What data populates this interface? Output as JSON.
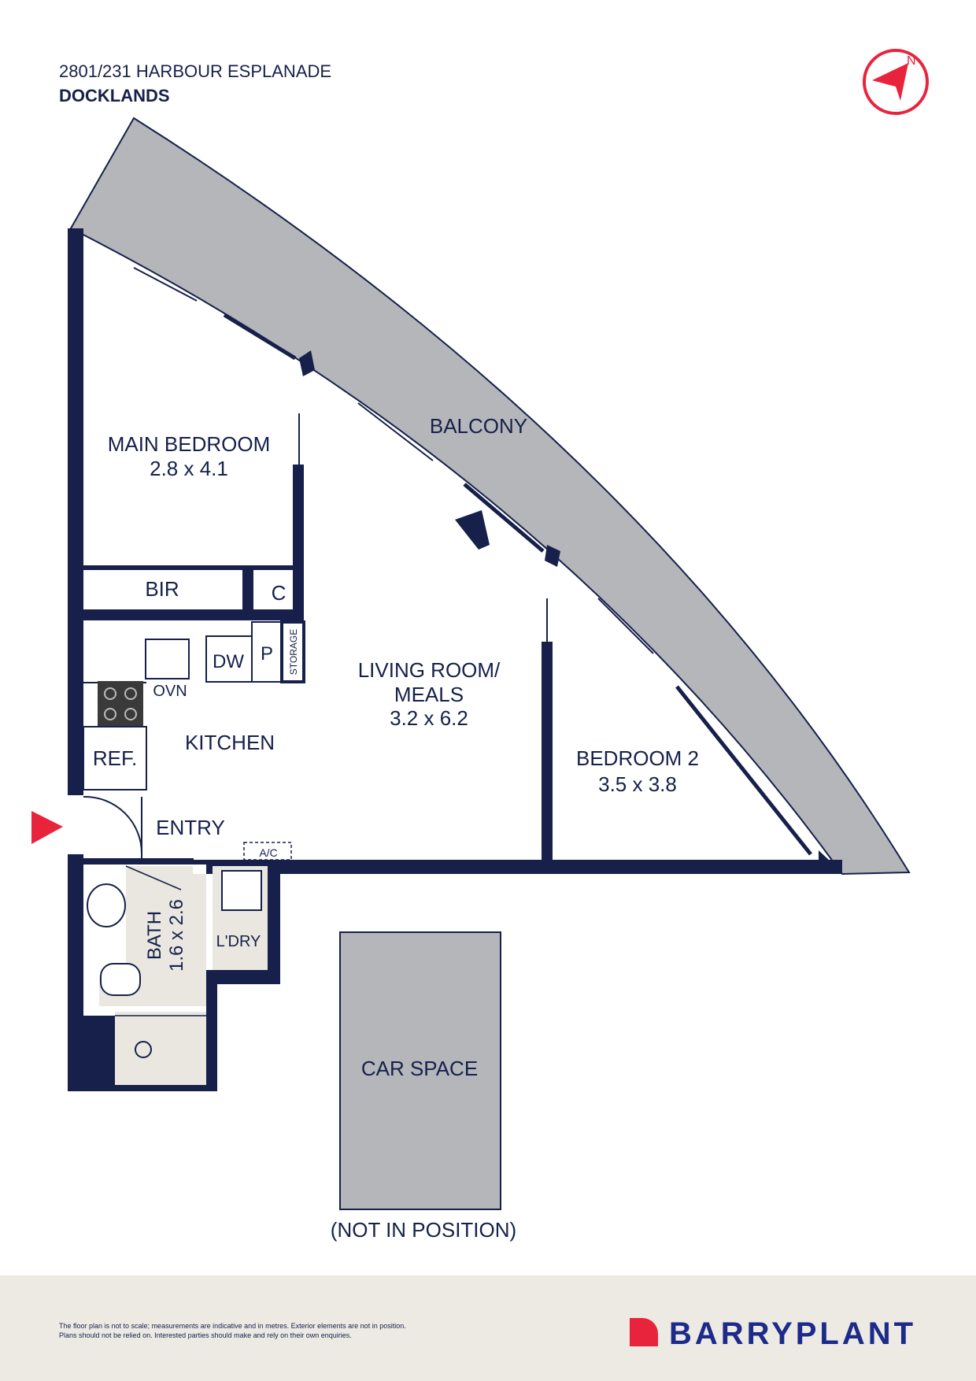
{
  "header": {
    "address": "2801/231 HARBOUR ESPLANADE",
    "suburb": "DOCKLANDS"
  },
  "compass": {
    "label": "N"
  },
  "rooms": {
    "balcony": "BALCONY",
    "main_bedroom": {
      "name": "MAIN BEDROOM",
      "size": "2.8 x 4.1"
    },
    "bir": "BIR",
    "c": "C",
    "dw": "DW",
    "p": "P",
    "storage": "STORAGE",
    "ovn": "OVN",
    "kitchen": "KITCHEN",
    "ref": "REF.",
    "living": {
      "line1": "LIVING ROOM/",
      "line2": "MEALS",
      "size": "3.2 x 6.2"
    },
    "bedroom2": {
      "name": "BEDROOM 2",
      "size": "3.5 x 3.8"
    },
    "entry": "ENTRY",
    "ac": "A/C",
    "bath": {
      "name": "BATH",
      "size": "1.6 x 2.6"
    },
    "laundry": "L'DRY",
    "car_space": "CAR SPACE",
    "not_in_position": "(NOT IN POSITION)"
  },
  "footer": {
    "disclaimer_line1": "The floor plan is not to scale; measurements are indicative and in metres. Exterior elements are not in position.",
    "disclaimer_line2": "Plans should not be relied on. Interested parties should make and rely on their own enquiries.",
    "brand": "BARRYPLANT"
  },
  "colors": {
    "wall": "#16204a",
    "balcony": "#b4b6ba",
    "wet_area": "#e9e7df",
    "accent": "#e8243c",
    "brand": "#1c2a8a"
  }
}
